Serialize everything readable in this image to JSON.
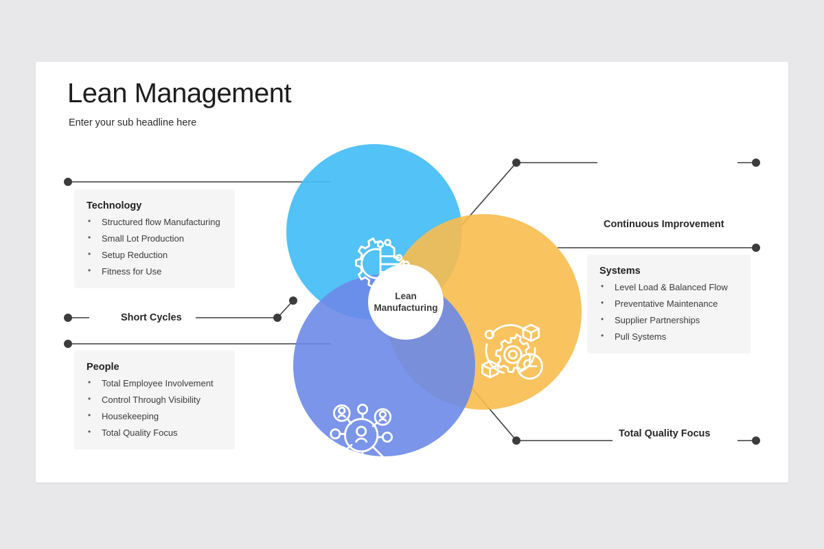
{
  "header": {
    "title": "Lean Management",
    "subtitle": "Enter your sub headline here"
  },
  "center": {
    "label": "Lean\nManufacturing"
  },
  "colors": {
    "technology_circle": "#45bdf6",
    "systems_circle": "#f8bc4e",
    "people_circle": "#6b8ae8",
    "center_circle": "#ffffff",
    "connector": "#3c3c3c",
    "card_background": "#f5f5f5",
    "slide_background": "#ffffff",
    "page_background": "#e8e8ea"
  },
  "cards": [
    {
      "id": "technology",
      "title": "Technology",
      "items": [
        "Structured flow Manufacturing",
        "Small Lot Production",
        "Setup Reduction",
        "Fitness for Use"
      ]
    },
    {
      "id": "people",
      "title": "People",
      "items": [
        "Total Employee Involvement",
        "Control Through Visibility",
        "Housekeeping",
        "Total Quality Focus"
      ]
    },
    {
      "id": "systems",
      "title": "Systems",
      "items": [
        "Level Load & Balanced Flow",
        "Preventative Maintenance",
        "Supplier Partnerships",
        "Pull Systems"
      ]
    }
  ],
  "labels": {
    "short_cycles": "Short Cycles",
    "continuous_improvement": "Continuous Improvement",
    "total_quality_focus": "Total Quality Focus"
  },
  "icons": {
    "technology": "gear-circuit-icon",
    "systems": "gear-box-clock-icon",
    "people": "people-network-magnifier-icon"
  }
}
